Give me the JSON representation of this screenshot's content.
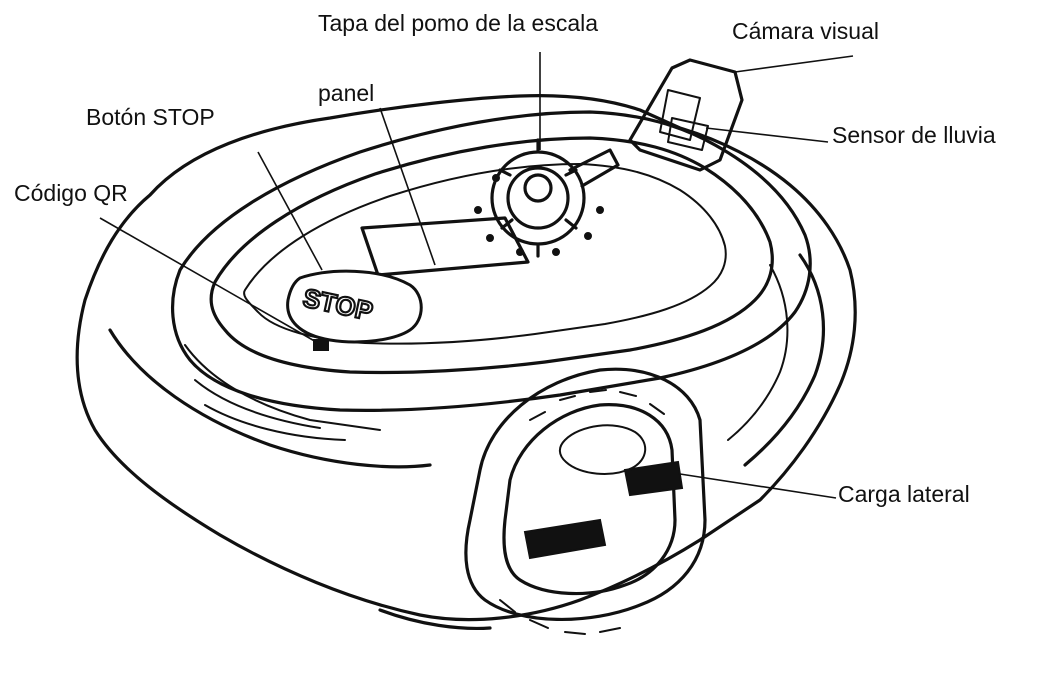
{
  "labels": {
    "tapa": "Tapa del pomo de la escala",
    "camara": "Cámara visual",
    "panel": "panel",
    "boton": "Botón STOP",
    "sensor": "Sensor de lluvia",
    "codigo": "Código QR",
    "carga": "Carga lateral"
  },
  "stop_text": "STOP"
}
